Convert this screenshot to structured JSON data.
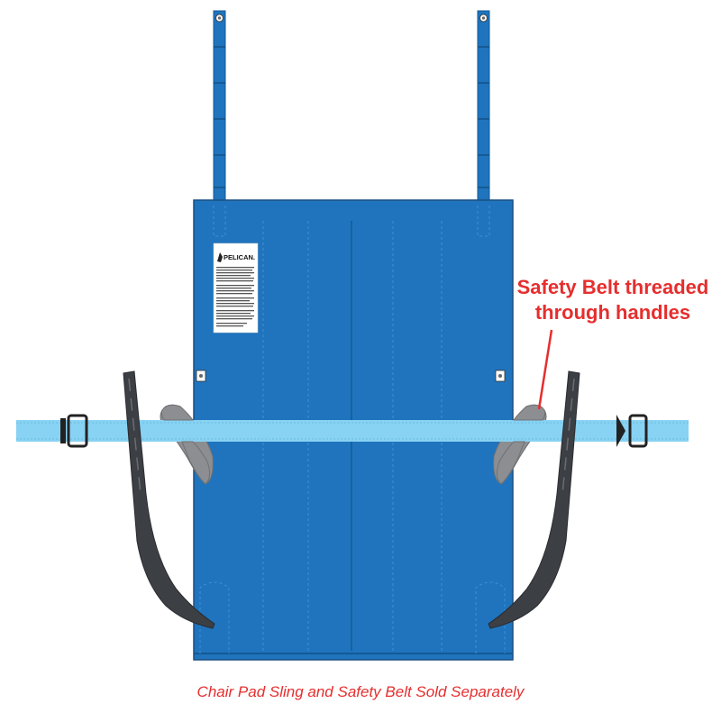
{
  "callout": {
    "line1": "Safety Belt threaded",
    "line2": "through handles"
  },
  "caption": "Chair Pad Sling and Safety Belt Sold Separately",
  "label": {
    "brand": "PELICAN."
  },
  "colors": {
    "sling_blue": "#1f74bd",
    "belt_light_blue": "#88d2f3",
    "handle_dark": "#3c3f44",
    "handle_grey": "#8c8e91",
    "annotation_red": "#e62e2e"
  }
}
